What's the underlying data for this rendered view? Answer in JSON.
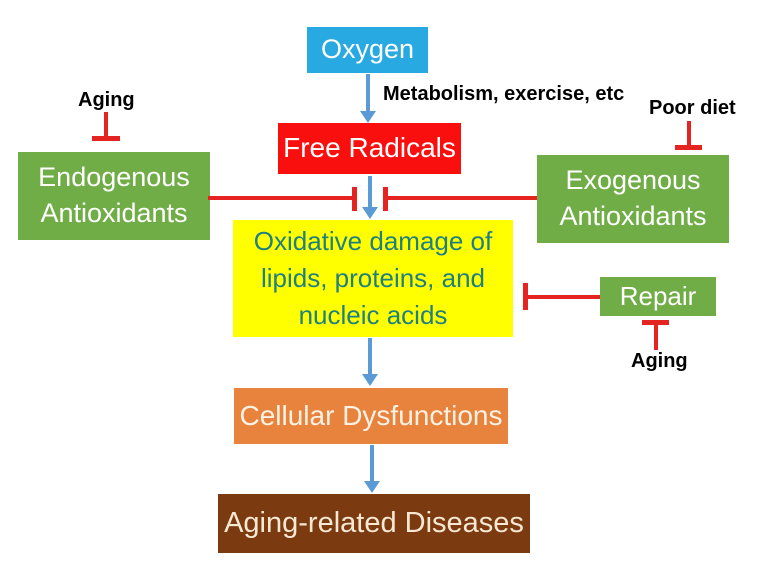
{
  "diagram": {
    "nodes": {
      "oxygen": {
        "label": "Oxygen",
        "color": "#29A9E1",
        "text_color": "#FFFFFF"
      },
      "free_radicals": {
        "label": "Free Radicals",
        "color": "#FA0F0F",
        "text_color": "#FFFFFF"
      },
      "endogenous_antioxidants": {
        "label": "Endogenous Antioxidants",
        "color": "#70AD47",
        "text_color": "#FFFFFF"
      },
      "exogenous_antioxidants": {
        "label": "Exogenous Antioxidants",
        "color": "#70AD47",
        "text_color": "#FFFFFF"
      },
      "oxidative_damage": {
        "label": "Oxidative damage of lipids, proteins, and nucleic acids",
        "color": "#FFFF00",
        "text_color": "#1F8080"
      },
      "repair": {
        "label": "Repair",
        "color": "#70AD47",
        "text_color": "#FFFFFF"
      },
      "cellular_dysfunctions": {
        "label": "Cellular Dysfunctions",
        "color": "#E8833D",
        "text_color": "#FBF2E4"
      },
      "aging_related_diseases": {
        "label": "Aging-related Diseases",
        "color": "#7C3A10",
        "text_color": "#F6E8D2"
      }
    },
    "annotations": {
      "metabolism": "Metabolism, exercise, etc",
      "aging_top_left": "Aging",
      "poor_diet": "Poor diet",
      "aging_bottom_right": "Aging"
    },
    "edges": [
      {
        "from": "Oxygen",
        "to": "Free Radicals",
        "type": "arrow",
        "label": "Metabolism, exercise, etc"
      },
      {
        "from": "Free Radicals",
        "to": "Oxidative damage",
        "type": "arrow"
      },
      {
        "from": "Oxidative damage",
        "to": "Cellular Dysfunctions",
        "type": "arrow"
      },
      {
        "from": "Cellular Dysfunctions",
        "to": "Aging-related Diseases",
        "type": "arrow"
      },
      {
        "from": "Endogenous Antioxidants",
        "to": "Free Radicals to Oxidative damage",
        "type": "inhibition"
      },
      {
        "from": "Exogenous Antioxidants",
        "to": "Free Radicals to Oxidative damage",
        "type": "inhibition"
      },
      {
        "from": "Repair",
        "to": "Oxidative damage",
        "type": "inhibition"
      },
      {
        "from": "Aging",
        "to": "Endogenous Antioxidants",
        "type": "inhibition"
      },
      {
        "from": "Poor diet",
        "to": "Exogenous Antioxidants",
        "type": "inhibition"
      },
      {
        "from": "Aging",
        "to": "Repair",
        "type": "inhibition"
      }
    ],
    "colors": {
      "arrow": "#5B9BD5",
      "inhibition": "#E52421"
    }
  }
}
